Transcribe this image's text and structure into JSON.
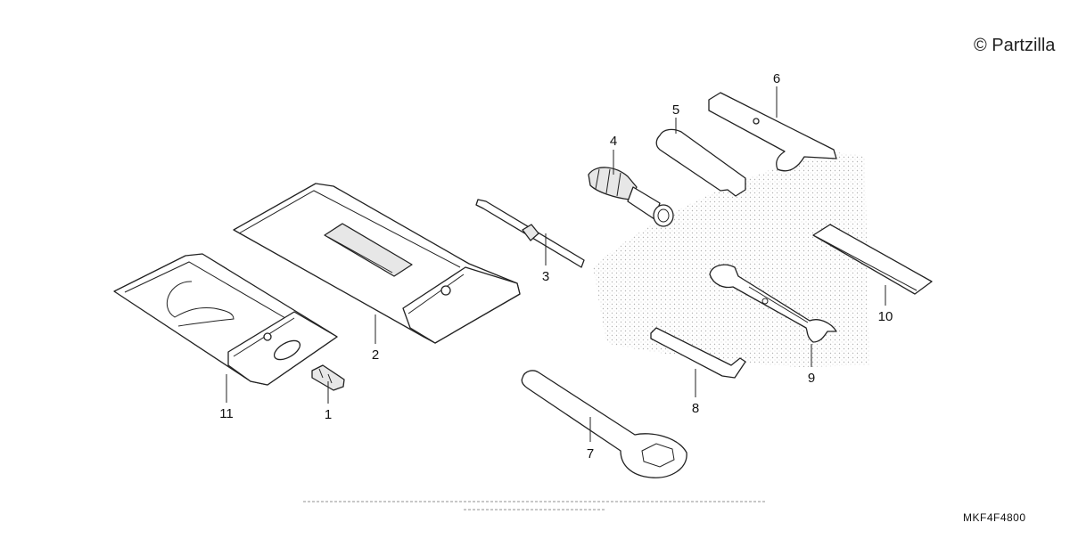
{
  "copyright": "© Partzilla",
  "diagram_code": "MKF4F4800",
  "parts": [
    {
      "id": "part-1",
      "label": "1"
    },
    {
      "id": "part-2",
      "label": "2"
    },
    {
      "id": "part-3",
      "label": "3"
    },
    {
      "id": "part-4",
      "label": "4"
    },
    {
      "id": "part-5",
      "label": "5"
    },
    {
      "id": "part-6",
      "label": "6"
    },
    {
      "id": "part-7",
      "label": "7"
    },
    {
      "id": "part-8",
      "label": "8"
    },
    {
      "id": "part-9",
      "label": "9"
    },
    {
      "id": "part-10",
      "label": "10"
    },
    {
      "id": "part-11",
      "label": "11"
    }
  ]
}
